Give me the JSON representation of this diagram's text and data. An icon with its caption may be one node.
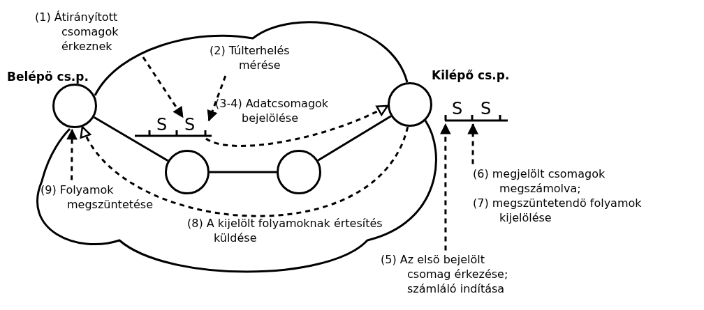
{
  "diagram": {
    "nodes": [
      {
        "text": [
          "Belépö cs.p."
        ]
      },
      {
        "text": [
          "(1) Átirányított csomagok érkeznek"
        ]
      },
      {
        "text": [
          "(2) Túlterhelés mérése"
        ]
      },
      {
        "text": [
          "S",
          "S"
        ]
      },
      {
        "text": [
          "Kilépő cs.p."
        ]
      },
      {
        "text": [
          "S",
          "S"
        ]
      },
      {
        "text": [],
        "shape": "circle"
      },
      {
        "text": [],
        "shape": "circle"
      },
      {
        "text": [
          "(9) Folyamok megszüntetése"
        ]
      },
      {
        "text": [
          "(6) megjelölt csomagok megszámolva;",
          "(7) megszüntetendö folyamok kijelölése"
        ]
      },
      {
        "text": [
          "(5) Az elsö bejelölt csomag érkezése; számláló indítása"
        ]
      }
    ],
    "edges": [
      {
        "from": 1,
        "to": 3,
        "arrow": "to",
        "style": "dashed"
      },
      {
        "from": 2,
        "to": 3,
        "arrow": "to",
        "style": "dashed"
      },
      {
        "from": 3,
        "to": 4,
        "arrow": "to",
        "style": "dashed",
        "label": "(3-4) Adatcsomagok bejelölése"
      },
      {
        "from": 4,
        "to": 0,
        "arrow": "to",
        "style": "dashed",
        "label": "(8) A kijelölt folyamoknak értesítés küldése"
      },
      {
        "from": 8,
        "to": 0,
        "arrow": "to",
        "style": "dashed"
      },
      {
        "from": 10,
        "to": 5,
        "arrow": "to",
        "style": "dashed"
      },
      {
        "from": 9,
        "to": 5,
        "arrow": "to",
        "style": "dashed"
      },
      {
        "from": 0,
        "to": 6,
        "arrow": "none"
      },
      {
        "from": 6,
        "to": 7,
        "arrow": "none"
      },
      {
        "from": 7,
        "to": 4,
        "arrow": "none"
      }
    ]
  }
}
